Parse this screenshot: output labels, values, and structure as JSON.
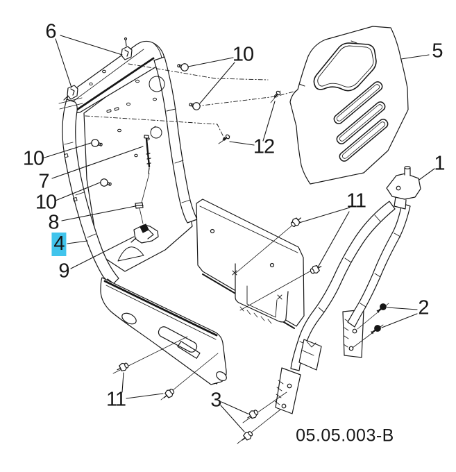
{
  "figure": {
    "code": "05.05.003-B",
    "background_color": "#ffffff",
    "line_color": "#161616",
    "highlight_color": "#41c4ec"
  },
  "callouts": [
    {
      "label": "6",
      "highlighted": false
    },
    {
      "label": "10",
      "highlighted": false
    },
    {
      "label": "5",
      "highlighted": false
    },
    {
      "label": "10",
      "highlighted": false
    },
    {
      "label": "12",
      "highlighted": false
    },
    {
      "label": "1",
      "highlighted": false
    },
    {
      "label": "7",
      "highlighted": false
    },
    {
      "label": "10",
      "highlighted": false
    },
    {
      "label": "11",
      "highlighted": false
    },
    {
      "label": "8",
      "highlighted": false
    },
    {
      "label": "4",
      "highlighted": true
    },
    {
      "label": "9",
      "highlighted": false
    },
    {
      "label": "2",
      "highlighted": false
    },
    {
      "label": "11",
      "highlighted": false
    },
    {
      "label": "3",
      "highlighted": false
    }
  ]
}
